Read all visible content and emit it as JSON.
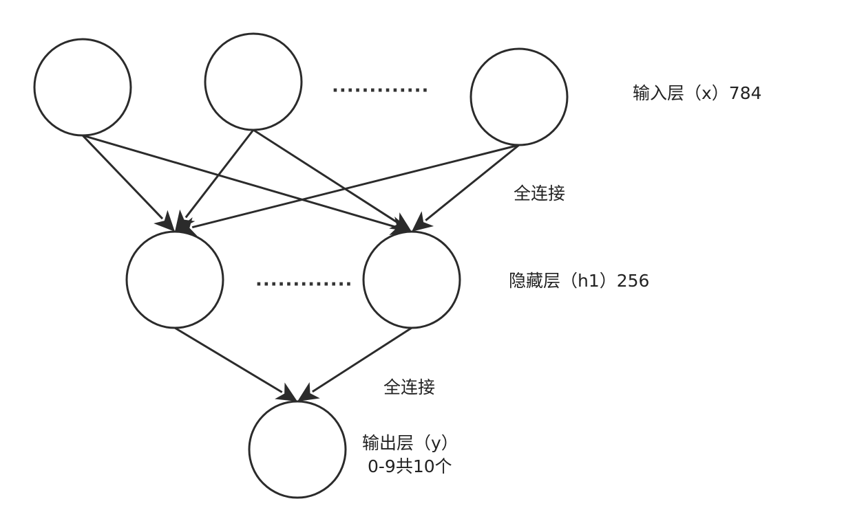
{
  "diagram": {
    "labels": {
      "input_layer": "输入层（x）784",
      "full_connection_1": "全连接",
      "hidden_layer": "隐藏层（h1）256",
      "full_connection_2": "全连接",
      "output_layer_line1": "输出层（y）",
      "output_layer_line2": "0-9共10个"
    },
    "ellipsis": "·············",
    "nodes": [
      {
        "id": "input-node-1",
        "layer": "input"
      },
      {
        "id": "input-node-2",
        "layer": "input"
      },
      {
        "id": "input-node-3",
        "layer": "input"
      },
      {
        "id": "hidden-node-1",
        "layer": "hidden"
      },
      {
        "id": "hidden-node-2",
        "layer": "hidden"
      },
      {
        "id": "output-node-1",
        "layer": "output"
      }
    ],
    "edges": [
      {
        "from": "input-node-1",
        "to": "hidden-node-1"
      },
      {
        "from": "input-node-1",
        "to": "hidden-node-2"
      },
      {
        "from": "input-node-2",
        "to": "hidden-node-1"
      },
      {
        "from": "input-node-2",
        "to": "hidden-node-2"
      },
      {
        "from": "input-node-3",
        "to": "hidden-node-1"
      },
      {
        "from": "input-node-3",
        "to": "hidden-node-2"
      },
      {
        "from": "hidden-node-1",
        "to": "output-node-1"
      },
      {
        "from": "hidden-node-2",
        "to": "output-node-1"
      }
    ],
    "colors": {
      "stroke": "#2b2b2b",
      "background": "#ffffff",
      "text": "#222222"
    }
  }
}
